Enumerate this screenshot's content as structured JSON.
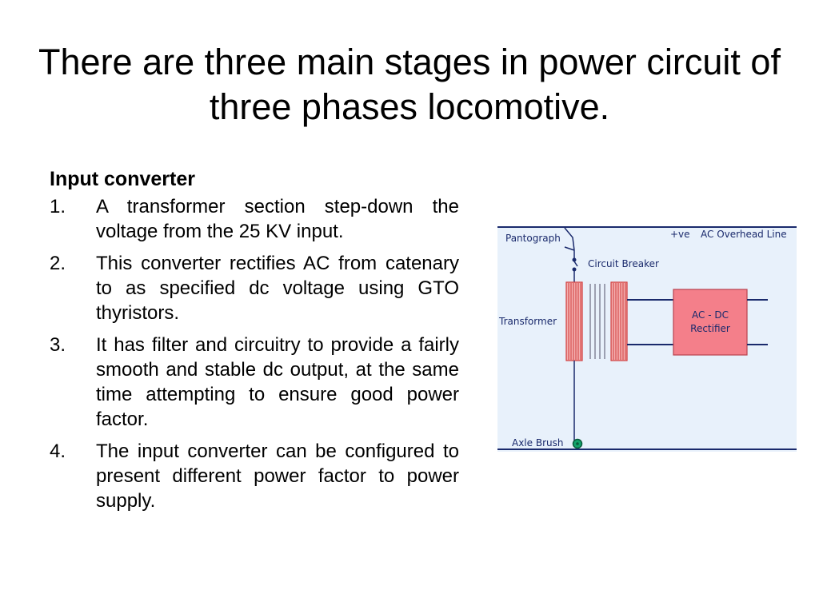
{
  "slide": {
    "title": "There are three main stages in power circuit of three phases locomotive."
  },
  "content": {
    "heading": "Input converter",
    "steps": [
      {
        "num": "1.",
        "text": "A transformer section step-down the voltage from the 25 KV input."
      },
      {
        "num": "2.",
        "text": "This converter rectifies AC from catenary to as specified dc voltage using GTO thyristors."
      },
      {
        "num": "3.",
        "text": "It has filter and circuitry to provide a fairly smooth and stable dc output, at the same time attempting to ensure good power factor."
      },
      {
        "num": "4.",
        "text": "The input converter can be configured to present different power factor to power supply."
      }
    ]
  },
  "diagram": {
    "labels": {
      "pantograph": "Pantograph",
      "positive": "+ve",
      "overhead_line": "AC Overhead Line",
      "circuit_breaker": "Circuit Breaker",
      "transformer": "Transformer",
      "rectifier_line1": "AC - DC",
      "rectifier_line2": "Rectifier",
      "axle_brush": "Axle Brush"
    },
    "colors": {
      "background": "#e8f1fb",
      "line": "#1a2a6c",
      "winding": "#f4b0b0",
      "winding_stroke": "#d03a3a",
      "rectifier": "#f47f8a",
      "axle_brush": "#13a36b"
    }
  }
}
